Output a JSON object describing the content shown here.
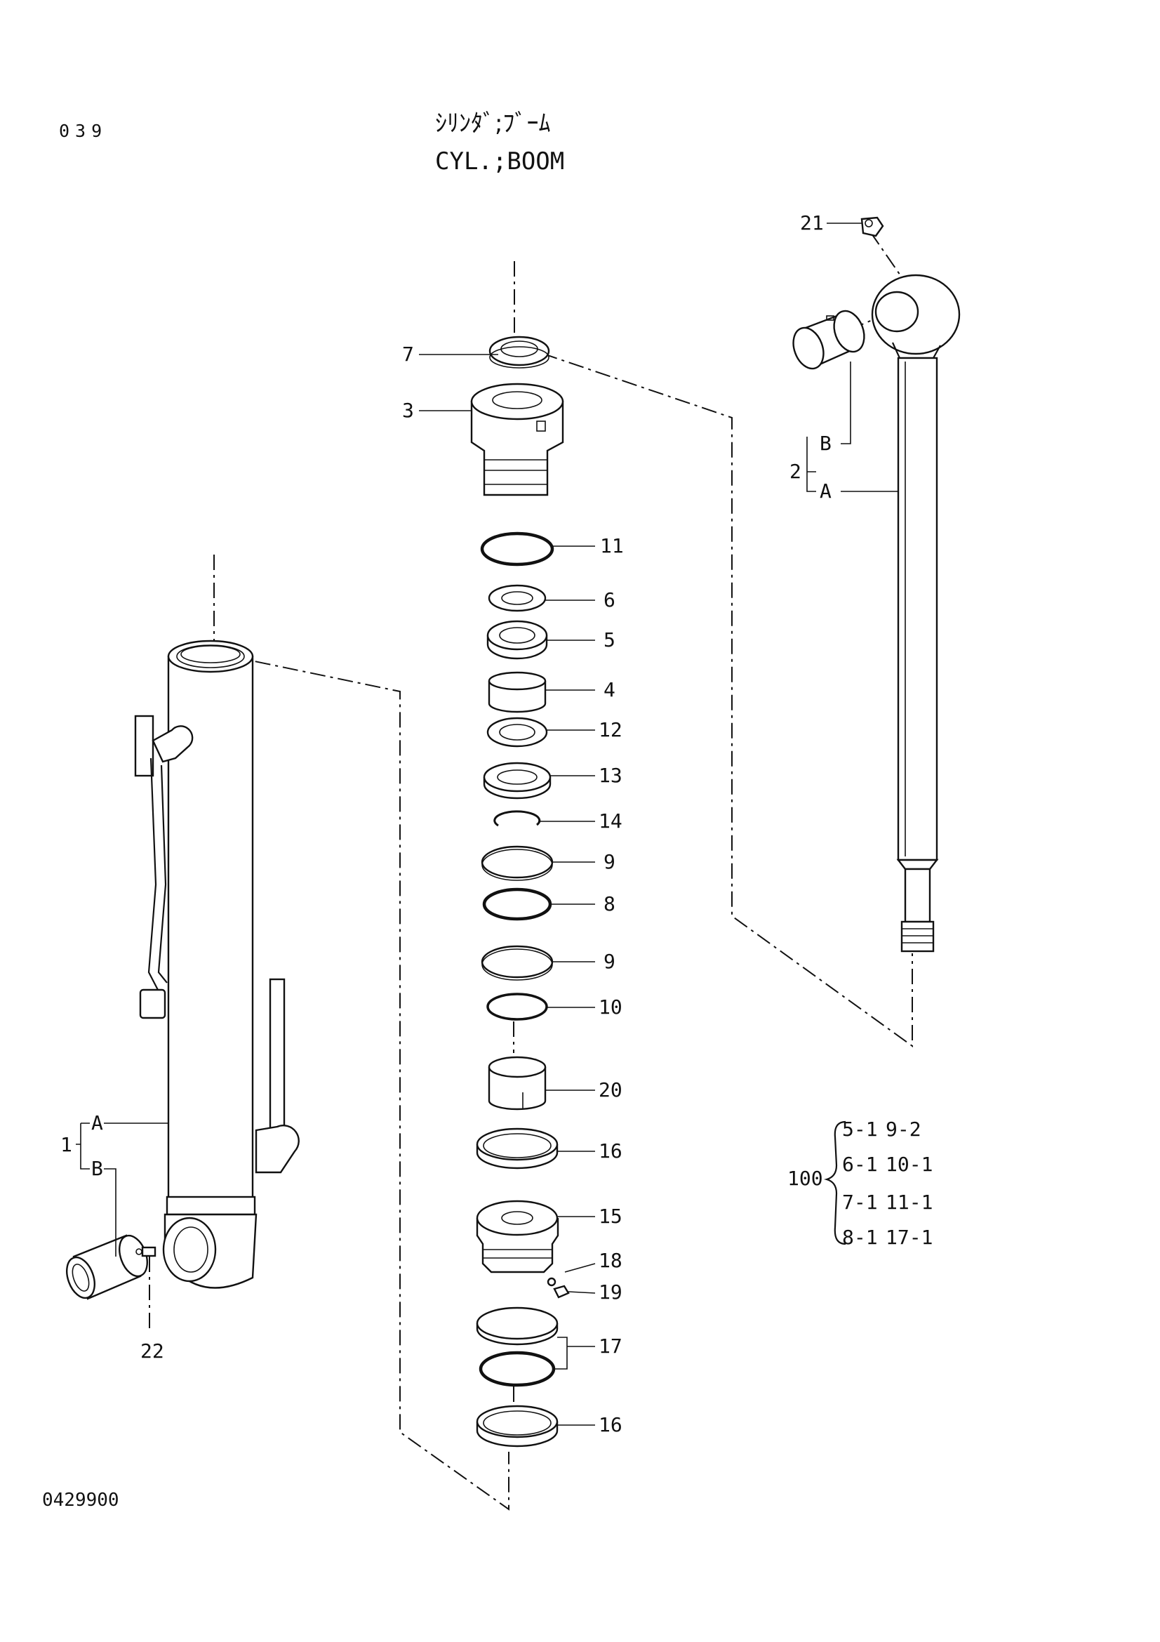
{
  "header": {
    "page_number": "039",
    "title_jp": "ｼﾘﾝﾀﾞ;ﾌﾞｰﾑ",
    "title_en": "CYL.;BOOM"
  },
  "footer": {
    "drawing_number": "0429900"
  },
  "callouts": {
    "p7": "7",
    "p3": "3",
    "p11": "11",
    "p6": "6",
    "p5": "5",
    "p4": "4",
    "p12": "12",
    "p13": "13",
    "p14": "14",
    "p9a": "9",
    "p8": "8",
    "p9b": "9",
    "p10": "10",
    "p20": "20",
    "p16a": "16",
    "p15": "15",
    "p18": "18",
    "p19": "19",
    "p17": "17",
    "p16b": "16",
    "p21": "21",
    "p2": "2",
    "p2A": "A",
    "p2B": "B",
    "p1": "1",
    "p1A": "A",
    "p1B": "B",
    "p22": "22"
  },
  "kit": {
    "number": "100",
    "rows": [
      [
        "5-1",
        "9-2"
      ],
      [
        "6-1",
        "10-1"
      ],
      [
        "7-1",
        "11-1"
      ],
      [
        "8-1",
        "17-1"
      ]
    ]
  }
}
